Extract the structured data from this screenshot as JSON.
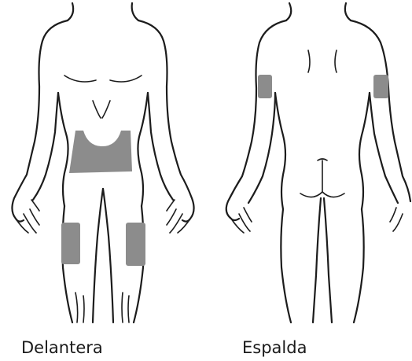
{
  "labels": {
    "front": "Delantera",
    "back": "Espalda"
  },
  "colors": {
    "outline": "#1c1c1c",
    "injection_zone": "#8c8c8c",
    "background": "#ffffff"
  },
  "figures": [
    {
      "view": "front",
      "zones": [
        "abdomen",
        "left-thigh",
        "right-thigh"
      ]
    },
    {
      "view": "back",
      "zones": [
        "left-upper-arm",
        "right-upper-arm"
      ]
    }
  ]
}
